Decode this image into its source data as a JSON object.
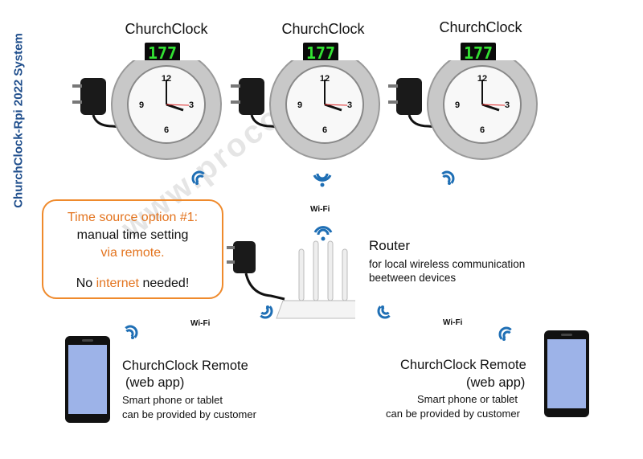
{
  "system_title": "ChurchClock-Rpi 2022 System",
  "clocks": [
    {
      "label": "ChurchClock",
      "counter": "177"
    },
    {
      "label": "ChurchClock",
      "counter": "177"
    },
    {
      "label": "ChurchClock",
      "counter": "177"
    }
  ],
  "time_source": {
    "line1": "Time source option #1:",
    "line2": "manual time setting",
    "line3": "via remote.",
    "no": "No",
    "internet": "internet",
    "needed": "needed!"
  },
  "router": {
    "title": "Router",
    "desc_line1": "for local wireless communication",
    "desc_line2": "beetween devices"
  },
  "wifi_labels": {
    "center": "Wi-Fi",
    "left": "Wi-Fi",
    "right": "Wi-Fi"
  },
  "remotes": [
    {
      "title_line1": "ChurchClock Remote",
      "title_line2": "(web app)",
      "desc_line1": "Smart phone or tablet",
      "desc_line2": "can be provided by customer"
    },
    {
      "title_line1": "ChurchClock Remote",
      "title_line2": "(web app)",
      "desc_line1": "Smart phone or tablet",
      "desc_line2": "can be provided by customer"
    }
  ],
  "watermark": "www.procontrol",
  "colors": {
    "accent_orange": "#ef8a2c",
    "wifi_blue": "#1f6fb5",
    "title_blue": "#1f4e8c",
    "counter_green": "#33e233"
  },
  "icons": [
    "wifi-icon",
    "clock-icon",
    "power-adapter-icon",
    "router-icon",
    "smartphone-icon"
  ]
}
